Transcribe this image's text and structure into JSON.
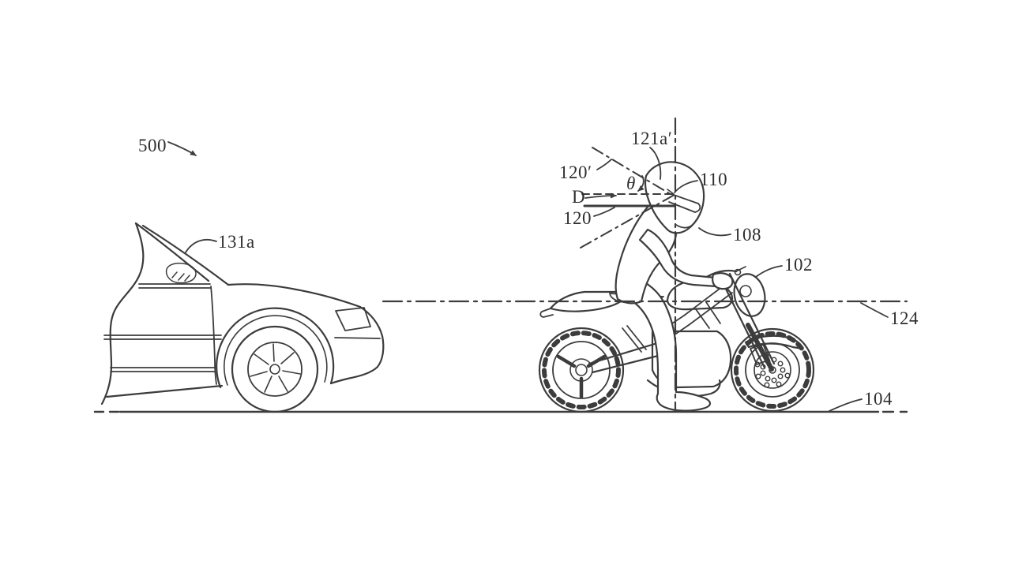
{
  "figure": {
    "kind": "patent-style line drawing",
    "description": "Side-view line drawing of a passenger car ahead of a motorcycle with a helmeted rider; dash-dot datum lines and gaze-direction lines with angle theta are drawn about the rider's helmet.",
    "background_color": "#ffffff",
    "line_color": "#3c3c3c",
    "label_color": "#2e2e2e"
  },
  "labels": [
    {
      "id": "500",
      "text": "500"
    },
    {
      "id": "131a",
      "text": "131a"
    },
    {
      "id": "121a-prime",
      "text": "121a′"
    },
    {
      "id": "110",
      "text": "110"
    },
    {
      "id": "108",
      "text": "108"
    },
    {
      "id": "102",
      "text": "102"
    },
    {
      "id": "124",
      "text": "124"
    },
    {
      "id": "104",
      "text": "104"
    },
    {
      "id": "D",
      "text": "D"
    },
    {
      "id": "120",
      "text": "120"
    },
    {
      "id": "120-prime",
      "text": "120′"
    },
    {
      "id": "theta",
      "text": "θ"
    }
  ]
}
